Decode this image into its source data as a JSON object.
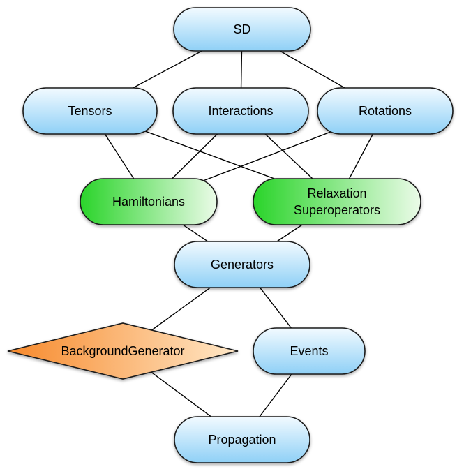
{
  "nodes": [
    {
      "id": "sd",
      "label": "SD",
      "shape": "pill",
      "color": "blue"
    },
    {
      "id": "tensors",
      "label": "Tensors",
      "shape": "pill",
      "color": "blue"
    },
    {
      "id": "interactions",
      "label": "Interactions",
      "shape": "pill",
      "color": "blue"
    },
    {
      "id": "rotations",
      "label": "Rotations",
      "shape": "pill",
      "color": "blue"
    },
    {
      "id": "hamiltonians",
      "label": "Hamiltonians",
      "shape": "pill",
      "color": "green"
    },
    {
      "id": "relaxation",
      "label": "Relaxation\nSuperoperators",
      "shape": "pill",
      "color": "green"
    },
    {
      "id": "generators",
      "label": "Generators",
      "shape": "pill",
      "color": "blue"
    },
    {
      "id": "background",
      "label": "BackgroundGenerator",
      "shape": "diamond",
      "color": "orange"
    },
    {
      "id": "events",
      "label": "Events",
      "shape": "pill",
      "color": "blue"
    },
    {
      "id": "propagation",
      "label": "Propagation",
      "shape": "pill",
      "color": "blue"
    }
  ],
  "edges": [
    [
      "sd",
      "tensors"
    ],
    [
      "sd",
      "interactions"
    ],
    [
      "sd",
      "rotations"
    ],
    [
      "tensors",
      "hamiltonians"
    ],
    [
      "tensors",
      "relaxation"
    ],
    [
      "interactions",
      "hamiltonians"
    ],
    [
      "interactions",
      "relaxation"
    ],
    [
      "rotations",
      "hamiltonians"
    ],
    [
      "rotations",
      "relaxation"
    ],
    [
      "hamiltonians",
      "generators"
    ],
    [
      "relaxation",
      "generators"
    ],
    [
      "generators",
      "background"
    ],
    [
      "generators",
      "events"
    ],
    [
      "background",
      "propagation"
    ],
    [
      "events",
      "propagation"
    ]
  ],
  "colors": {
    "blue_light": "#f2faff",
    "blue_dark": "#8fd0f6",
    "green_light": "#ebfbe8",
    "green_dark": "#2ad42a",
    "orange_light": "#ffe8c8",
    "orange_dark": "#f7892b"
  }
}
